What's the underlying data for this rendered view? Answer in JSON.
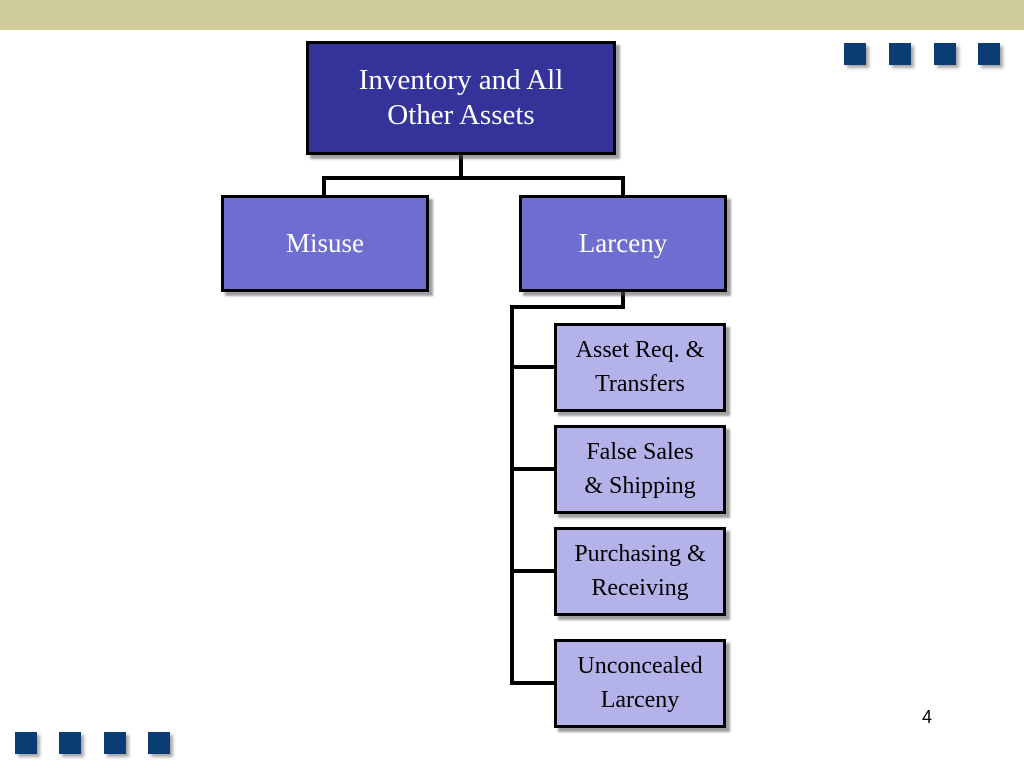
{
  "diagram": {
    "root": "Inventory and All\nOther Assets",
    "branches": [
      {
        "label": "Misuse"
      },
      {
        "label": "Larceny"
      }
    ],
    "larceny_children": [
      "Asset Req. &\nTransfers",
      "False Sales\n& Shipping",
      "Purchasing &\nReceiving",
      "Unconcealed\nLarceny"
    ]
  },
  "colors": {
    "top_band": "#cfcc9b",
    "decoration_square": "#0b3c73",
    "root_box": "#33339a",
    "mid_box": "#6e6ed0",
    "leaf_box": "#b3b3ea"
  },
  "slide": {
    "page_number": "4"
  }
}
